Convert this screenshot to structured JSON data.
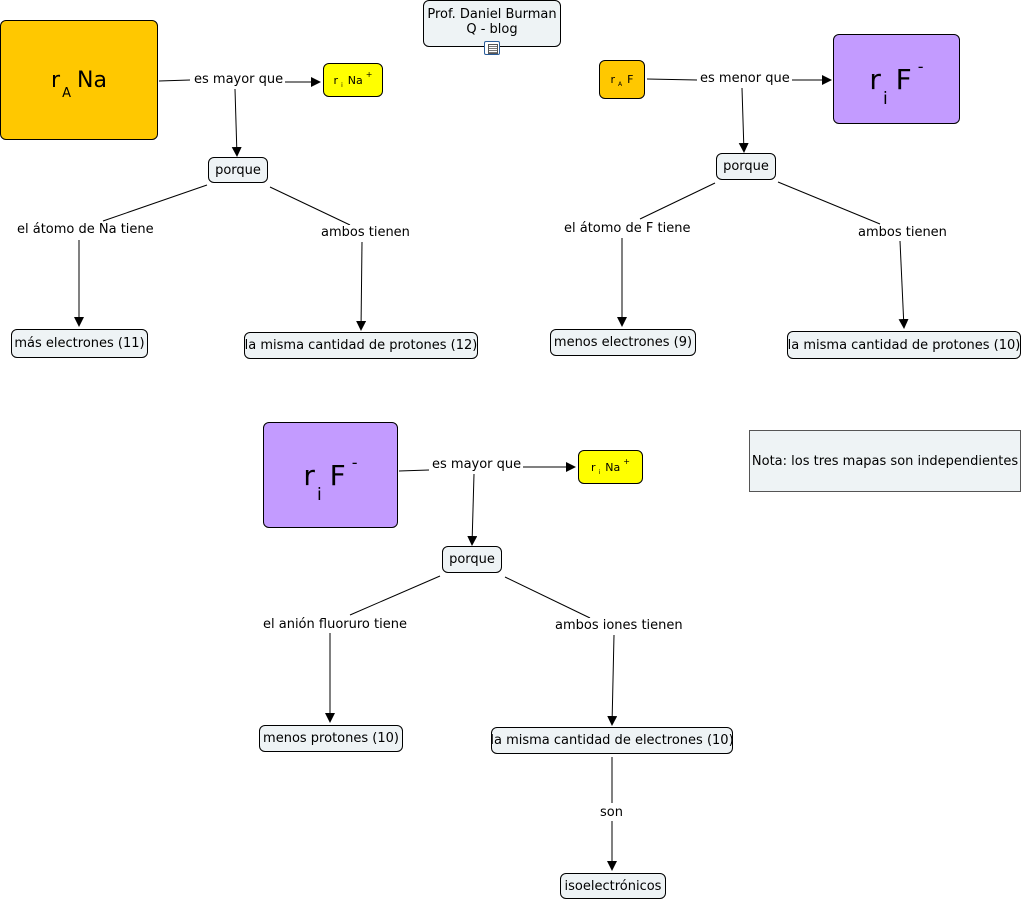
{
  "header": {
    "author": "Prof. Daniel Burman",
    "blog": "Q - blog",
    "icon": "document-icon"
  },
  "map1": {
    "big_node": {
      "r": "r",
      "sub": "A",
      "el": "Na"
    },
    "link_compare": "es mayor que",
    "small_node": {
      "r": "r",
      "sub": "i",
      "el": "Na",
      "sup": "+"
    },
    "porque": "porque",
    "link_left": "el átomo de Na tiene",
    "link_right": "ambos tienen",
    "leaf_left": "más electrones (11)",
    "leaf_right": "la misma cantidad de protones (12)"
  },
  "map2": {
    "small_node": {
      "r": "r",
      "sub": "A",
      "el": "F"
    },
    "link_compare": "es menor que",
    "big_node": {
      "r": "r",
      "sub": "i",
      "el": "F",
      "sup": "-"
    },
    "porque": "porque",
    "link_left": "el átomo de F tiene",
    "link_right": "ambos tienen",
    "leaf_left": "menos electrones (9)",
    "leaf_right": "la misma cantidad de protones (10)"
  },
  "map3": {
    "big_node": {
      "r": "r",
      "sub": "i",
      "el": "F",
      "sup": "-"
    },
    "link_compare": "es mayor que",
    "small_node": {
      "r": "r",
      "sub": "i",
      "el": "Na",
      "sup": "+"
    },
    "porque": "porque",
    "link_left": "el anión fluoruro tiene",
    "link_right": "ambos iones tienen",
    "leaf_left": "menos protones (10)",
    "leaf_right": "la misma cantidad de electrones (10)",
    "link_son": "son",
    "leaf_final": "isoelectrónicos"
  },
  "note": "Nota: los tres mapas son independientes",
  "colors": {
    "orange": "#ffc800",
    "purple": "#c39bff",
    "yellow": "#ffff00",
    "concept": "#eef3f5"
  }
}
